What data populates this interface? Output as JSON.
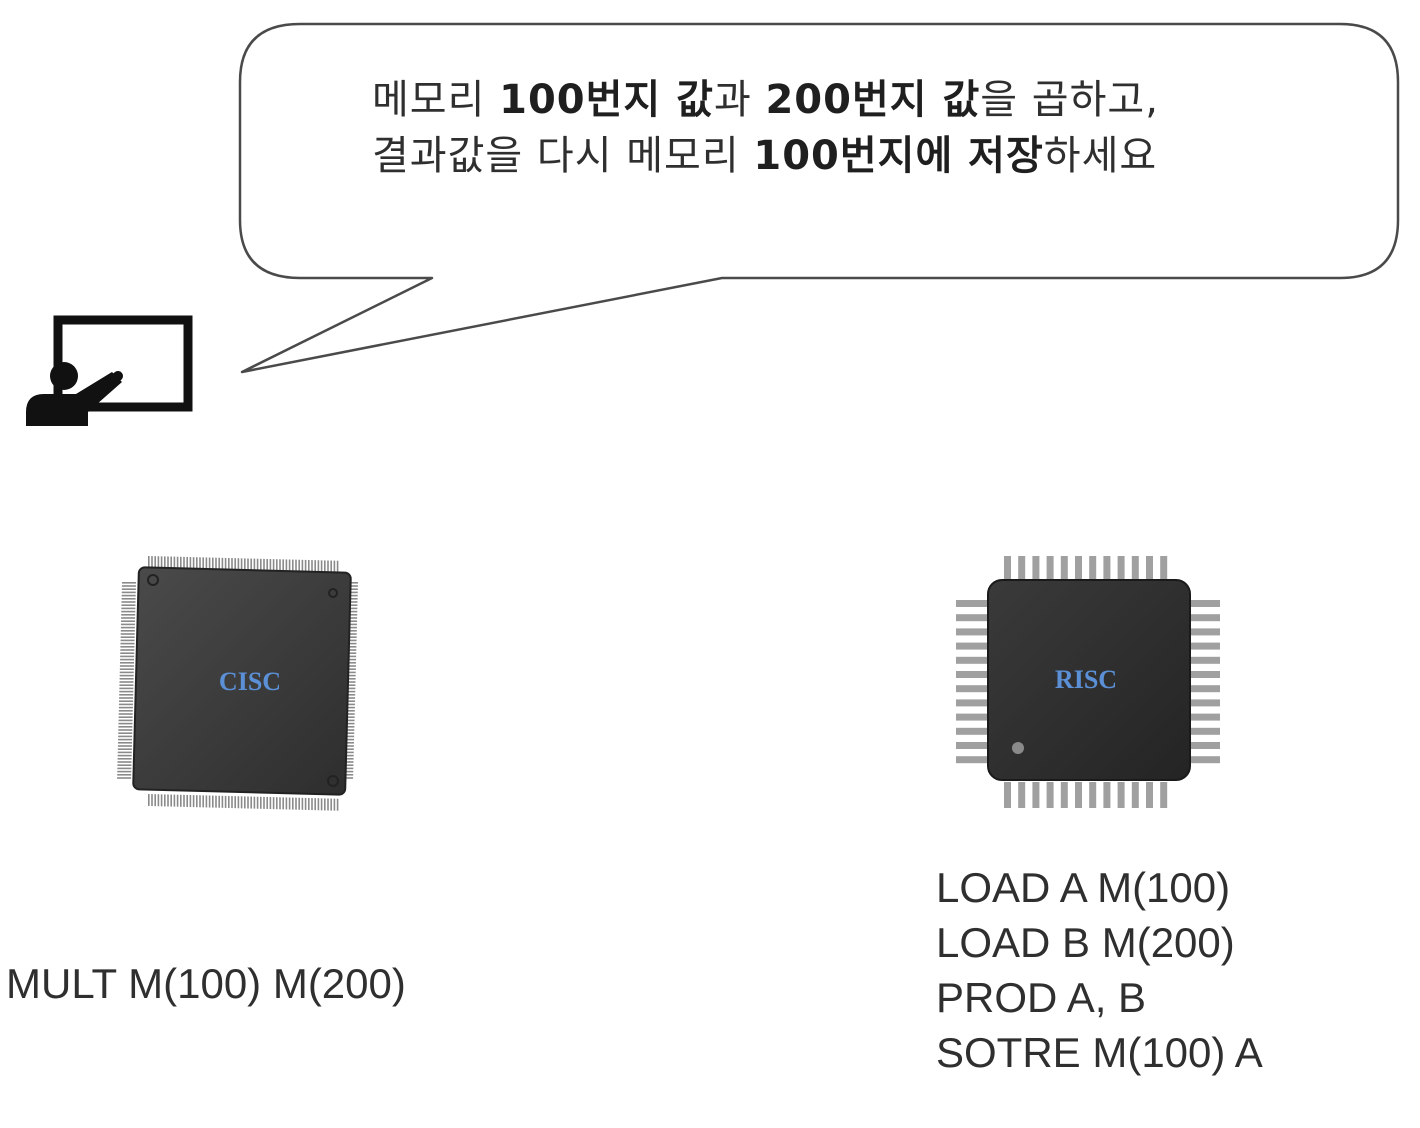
{
  "bubble": {
    "line1": [
      {
        "text": "메모리 ",
        "bold": false
      },
      {
        "text": "100번지 값",
        "bold": true
      },
      {
        "text": "과 ",
        "bold": false
      },
      {
        "text": "200번지 값",
        "bold": true
      },
      {
        "text": "을 곱하고,",
        "bold": false
      }
    ],
    "line2": [
      {
        "text": "결과값을 다시 메모리 ",
        "bold": false
      },
      {
        "text": "100번지에 저장",
        "bold": true
      },
      {
        "text": "하세요",
        "bold": false
      }
    ]
  },
  "icons": {
    "teacher": "presenter-at-board-icon"
  },
  "cisc": {
    "chip_label": "CISC",
    "code": "MULT M(100) M(200)"
  },
  "risc": {
    "chip_label": "RISC",
    "code": [
      "LOAD A M(100)",
      "LOAD B M(200)",
      "PROD A, B",
      "SOTRE M(100) A"
    ]
  },
  "colors": {
    "chip_body": "#3b3b3b",
    "chip_label": "#5b8fd6",
    "pins": "#9a9a9a",
    "bubble_stroke": "#4a4a4a"
  }
}
